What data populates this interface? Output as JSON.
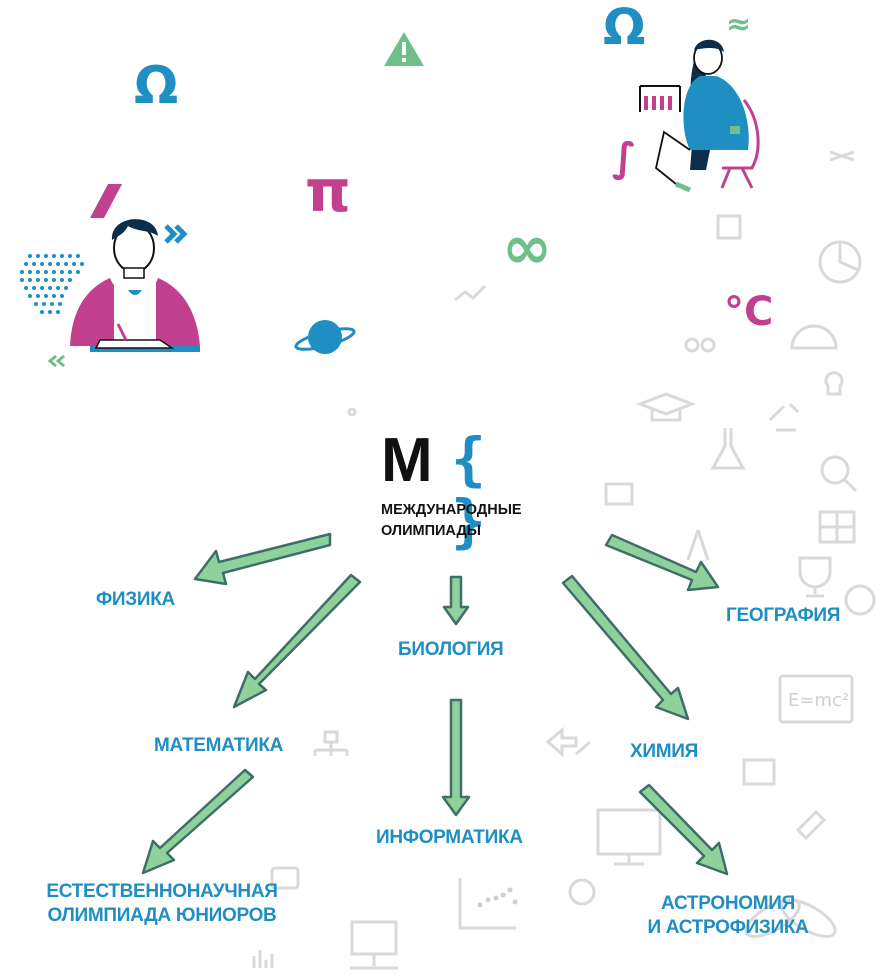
{
  "logo": {
    "mark": "M",
    "braces": "{ }",
    "line1": "МЕЖДУНАРОДНЫЕ",
    "line2": "ОЛИМПИАДЫ"
  },
  "subjects": {
    "physics": "ФИЗИКА",
    "biology": "БИОЛОГИЯ",
    "geography": "ГЕОГРАФИЯ",
    "math": "МАТЕМАТИКА",
    "chemistry": "ХИМИЯ",
    "informatics": "ИНФОРМАТИКА",
    "natsci_line1": "ЕСТЕСТВЕННОНАУЧНАЯ",
    "natsci_line2": "ОЛИМПИАДА ЮНИОРОВ",
    "astro_line1": "АСТРОНОМИЯ",
    "astro_line2": "И АСТРОФИЗИКА"
  },
  "symbols": {
    "omega": "Ω",
    "pi": "π",
    "infinity": "∞",
    "celsius": "°C",
    "approx": "≈",
    "integral": "∫",
    "formula": "E=mc²"
  },
  "colors": {
    "accent_blue": "#1f8fc3",
    "green": "#6fbf8a",
    "arrow_fill": "#8fd19b",
    "arrow_edge": "#3f6e6a",
    "magenta": "#c1418f"
  }
}
